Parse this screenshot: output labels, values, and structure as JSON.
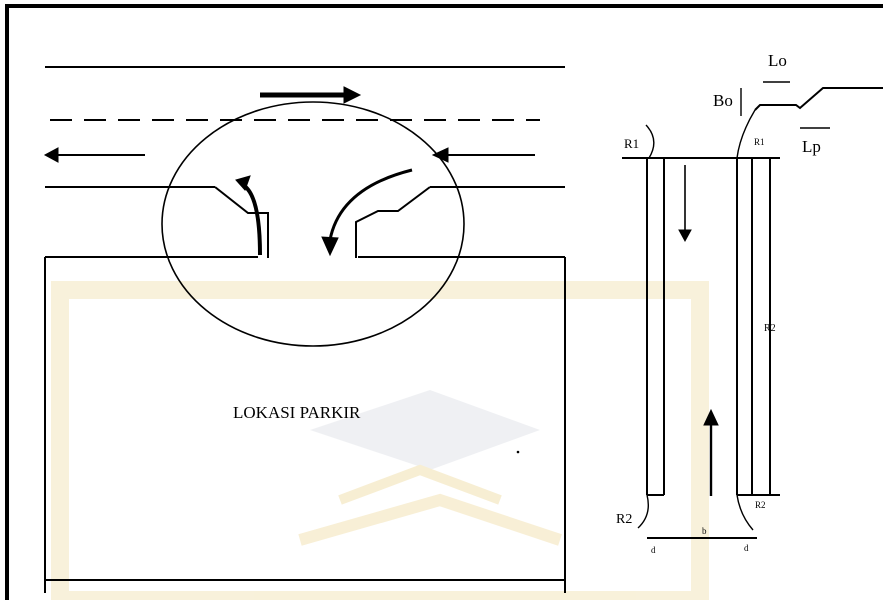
{
  "diagram": {
    "parking_label": "LOKASI PARKIR",
    "labels": {
      "lo": "Lo",
      "bo": "Bo",
      "lp": "Lp",
      "r1_left": "R1",
      "r1_right": "R1",
      "r2_left": "R2",
      "r2_right": "R2",
      "middle_r2": "R2",
      "b": "b",
      "d_left": "d",
      "d_right": "d"
    },
    "colors": {
      "frame": "#000000",
      "line": "#000000",
      "watermark": "#f2e7c4",
      "watermark_logo": "#d9dde3"
    }
  }
}
